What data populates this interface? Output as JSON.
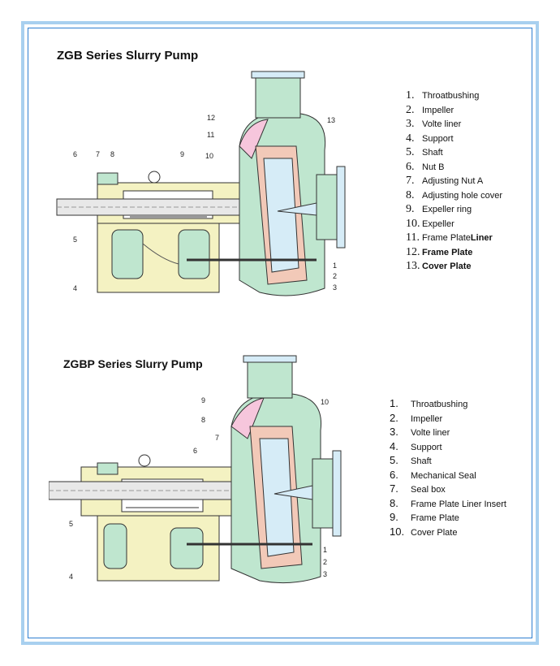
{
  "diagrams": [
    {
      "title": "ZGB Series Slurry Pump",
      "callouts": [
        "1",
        "2",
        "3",
        "4",
        "5",
        "6",
        "7",
        "8",
        "9",
        "10",
        "11",
        "12",
        "13"
      ],
      "legend": [
        {
          "num": "1.",
          "label": "Throatbushing",
          "bold_part": ""
        },
        {
          "num": "2.",
          "label": "Impeller",
          "bold_part": ""
        },
        {
          "num": "3.",
          "label": "Volte liner",
          "bold_part": ""
        },
        {
          "num": "4.",
          "label": "Support",
          "bold_part": ""
        },
        {
          "num": "5.",
          "label": "Shaft",
          "bold_part": ""
        },
        {
          "num": "6.",
          "label": "Nut B",
          "bold_part": ""
        },
        {
          "num": "7.",
          "label": "Adjusting Nut A",
          "bold_part": ""
        },
        {
          "num": "8.",
          "label": "Adjusting hole cover",
          "bold_part": ""
        },
        {
          "num": "9.",
          "label": "Expeller ring",
          "bold_part": ""
        },
        {
          "num": "10.",
          "label": "Expeller",
          "bold_part": ""
        },
        {
          "num": "11.",
          "label": "Frame Plate ",
          "bold_part": "Liner"
        },
        {
          "num": "12.",
          "label": "",
          "bold_part": "Frame Plate"
        },
        {
          "num": "13.",
          "label": "",
          "bold_part": "Cover Plate"
        }
      ]
    },
    {
      "title": "ZGBP Series Slurry Pump",
      "callouts": [
        "1",
        "2",
        "3",
        "4",
        "5",
        "6",
        "7",
        "8",
        "9",
        "10"
      ],
      "legend": [
        {
          "num": "1.",
          "label": "Throatbushing",
          "bold_part": ""
        },
        {
          "num": "2.",
          "label": "Impeller",
          "bold_part": ""
        },
        {
          "num": "3.",
          "label": "Volte liner",
          "bold_part": ""
        },
        {
          "num": "4.",
          "label": "Support",
          "bold_part": ""
        },
        {
          "num": "5.",
          "label": "Shaft",
          "bold_part": ""
        },
        {
          "num": "6.",
          "label": "Mechanical Seal",
          "bold_part": ""
        },
        {
          "num": "7.",
          "label": "Seal box",
          "bold_part": ""
        },
        {
          "num": "8.",
          "label": "Frame Plate Liner Insert",
          "bold_part": ""
        },
        {
          "num": "9.",
          "label": "Frame Plate",
          "bold_part": ""
        },
        {
          "num": "10.",
          "label": "Cover Plate",
          "bold_part": ""
        }
      ]
    }
  ],
  "colors": {
    "frame_outer": "#a8d0ef",
    "frame_inner": "#2f7fd0",
    "support": "#f4f2c2",
    "volute": "#bfe6cf",
    "liner": "#f2c9b8",
    "impeller": "#d6ecf7",
    "frame_plate": "#f6c6dc",
    "shaft": "#e8e8e8"
  }
}
